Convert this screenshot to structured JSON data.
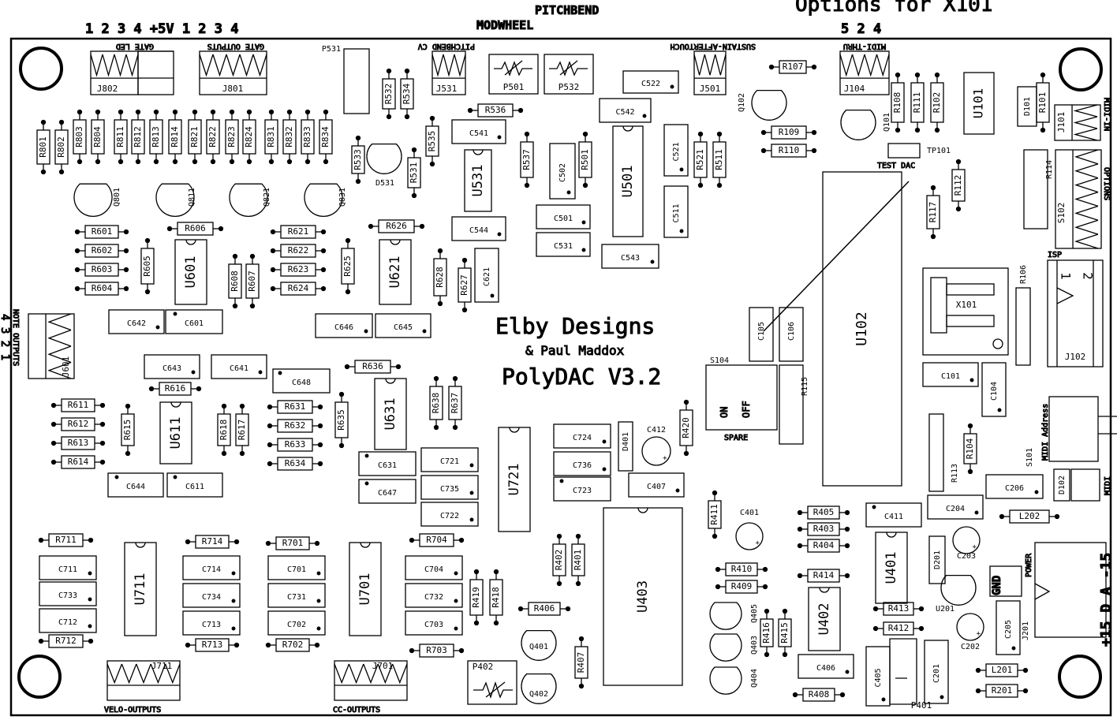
{
  "header": {
    "pitchbend_label": "PITCHBEND",
    "modwheel_label": "MODWHEEL",
    "options_title": "Options for X101",
    "left_pins": "1 2 3 4 +5V 1 2 3 4",
    "right_pins": "5 2 4",
    "note_outputs_label": "NOTE OUTPUTS",
    "note_pins": "4 3 2 1"
  },
  "branding": {
    "company": "Elby Designs",
    "coauthor": "& Paul Maddox",
    "product": "PolyDAC V3.2"
  },
  "connector_labels": {
    "gate_led": "GATE LED",
    "gate_outputs": "GATE OUTPUTS",
    "pitchbend_cv": "PITCHBEND CV",
    "sustain_aftertouch": "SUSTAIN-AFTERTOUCH",
    "midi_thru": "MIDI-THRU",
    "midi_in": "MIDI-IN",
    "options": "OPTIONS",
    "isp": "ISP",
    "velo_outputs": "VELO-OUTPUTS",
    "cc_outputs": "CC-OUTPUTS",
    "test_dac": "TEST DAC",
    "spare": "SPARE",
    "midi_address": "MIDI Address",
    "midi": "MIDI",
    "power": "POWER",
    "gnd": "GND",
    "power_pins": "+15 D A -15",
    "switch_on": "ON",
    "switch_off": "OFF"
  },
  "parts": {
    "resistors_v": [
      "R801",
      "R802",
      "R803",
      "R804",
      "R811",
      "R812",
      "R813",
      "R814",
      "R821",
      "R822",
      "R823",
      "R824",
      "R831",
      "R832",
      "R833",
      "R834",
      "R532",
      "R534",
      "R533",
      "R535",
      "R531",
      "R537",
      "R501",
      "R521",
      "R511",
      "R108",
      "R111",
      "R102",
      "R101",
      "R112",
      "R117",
      "R605",
      "R608",
      "R607",
      "R625",
      "R628",
      "R627",
      "R615",
      "R618",
      "R617",
      "R635",
      "R638",
      "R637",
      "R420",
      "R402",
      "R401",
      "R419",
      "R418",
      "R407",
      "R411",
      "R416",
      "R415",
      "R104",
      "R113",
      "R106",
      "R115",
      "R114"
    ],
    "resistors_h": [
      "R536",
      "R107",
      "R109",
      "R110",
      "R606",
      "R601",
      "R602",
      "R603",
      "R604",
      "R626",
      "R621",
      "R622",
      "R623",
      "R624",
      "R636",
      "R616",
      "R611",
      "R612",
      "R613",
      "R614",
      "R631",
      "R632",
      "R633",
      "R634",
      "R711",
      "R712",
      "R714",
      "R713",
      "R701",
      "R702",
      "R704",
      "R703",
      "R406",
      "R405",
      "R403",
      "R404",
      "R410",
      "R409",
      "R414",
      "R413",
      "R412",
      "R408",
      "R201",
      "L202",
      "L201"
    ],
    "caps": [
      "C522",
      "C542",
      "C541",
      "C502",
      "C501",
      "C544",
      "C531",
      "C543",
      "C521",
      "C511",
      "C621",
      "C642",
      "C601",
      "C646",
      "C645",
      "C643",
      "C641",
      "C648",
      "C644",
      "C611",
      "C631",
      "C647",
      "C721",
      "C735",
      "C722",
      "C724",
      "C736",
      "C723",
      "C407",
      "C711",
      "C733",
      "C712",
      "C714",
      "C734",
      "C713",
      "C701",
      "C731",
      "C702",
      "C704",
      "C732",
      "C703",
      "C105",
      "C106",
      "C101",
      "C104",
      "C411",
      "C204",
      "C206",
      "C406",
      "C405",
      "C201",
      "C205"
    ],
    "chips": [
      "U501",
      "U531",
      "U601",
      "U621",
      "U611",
      "U631",
      "U721",
      "U403",
      "U711",
      "U701",
      "U401",
      "U402",
      "U102"
    ],
    "transistors": [
      "D531",
      "Q801",
      "Q811",
      "Q821",
      "Q831",
      "Q102",
      "Q101",
      "Q401",
      "Q402",
      "Q405",
      "Q403",
      "Q404",
      "U201"
    ],
    "connectors": [
      "J802",
      "J801",
      "J531",
      "J501",
      "J104",
      "J101",
      "J601",
      "J711",
      "J701",
      "J102",
      "J201",
      "S102",
      "S101"
    ],
    "misc": [
      "P531",
      "P501",
      "P532",
      "P402",
      "P401",
      "TP101",
      "U101",
      "D101",
      "D102",
      "D401",
      "D201",
      "C412",
      "C401",
      "C203",
      "C202",
      "X101",
      "S104"
    ]
  }
}
